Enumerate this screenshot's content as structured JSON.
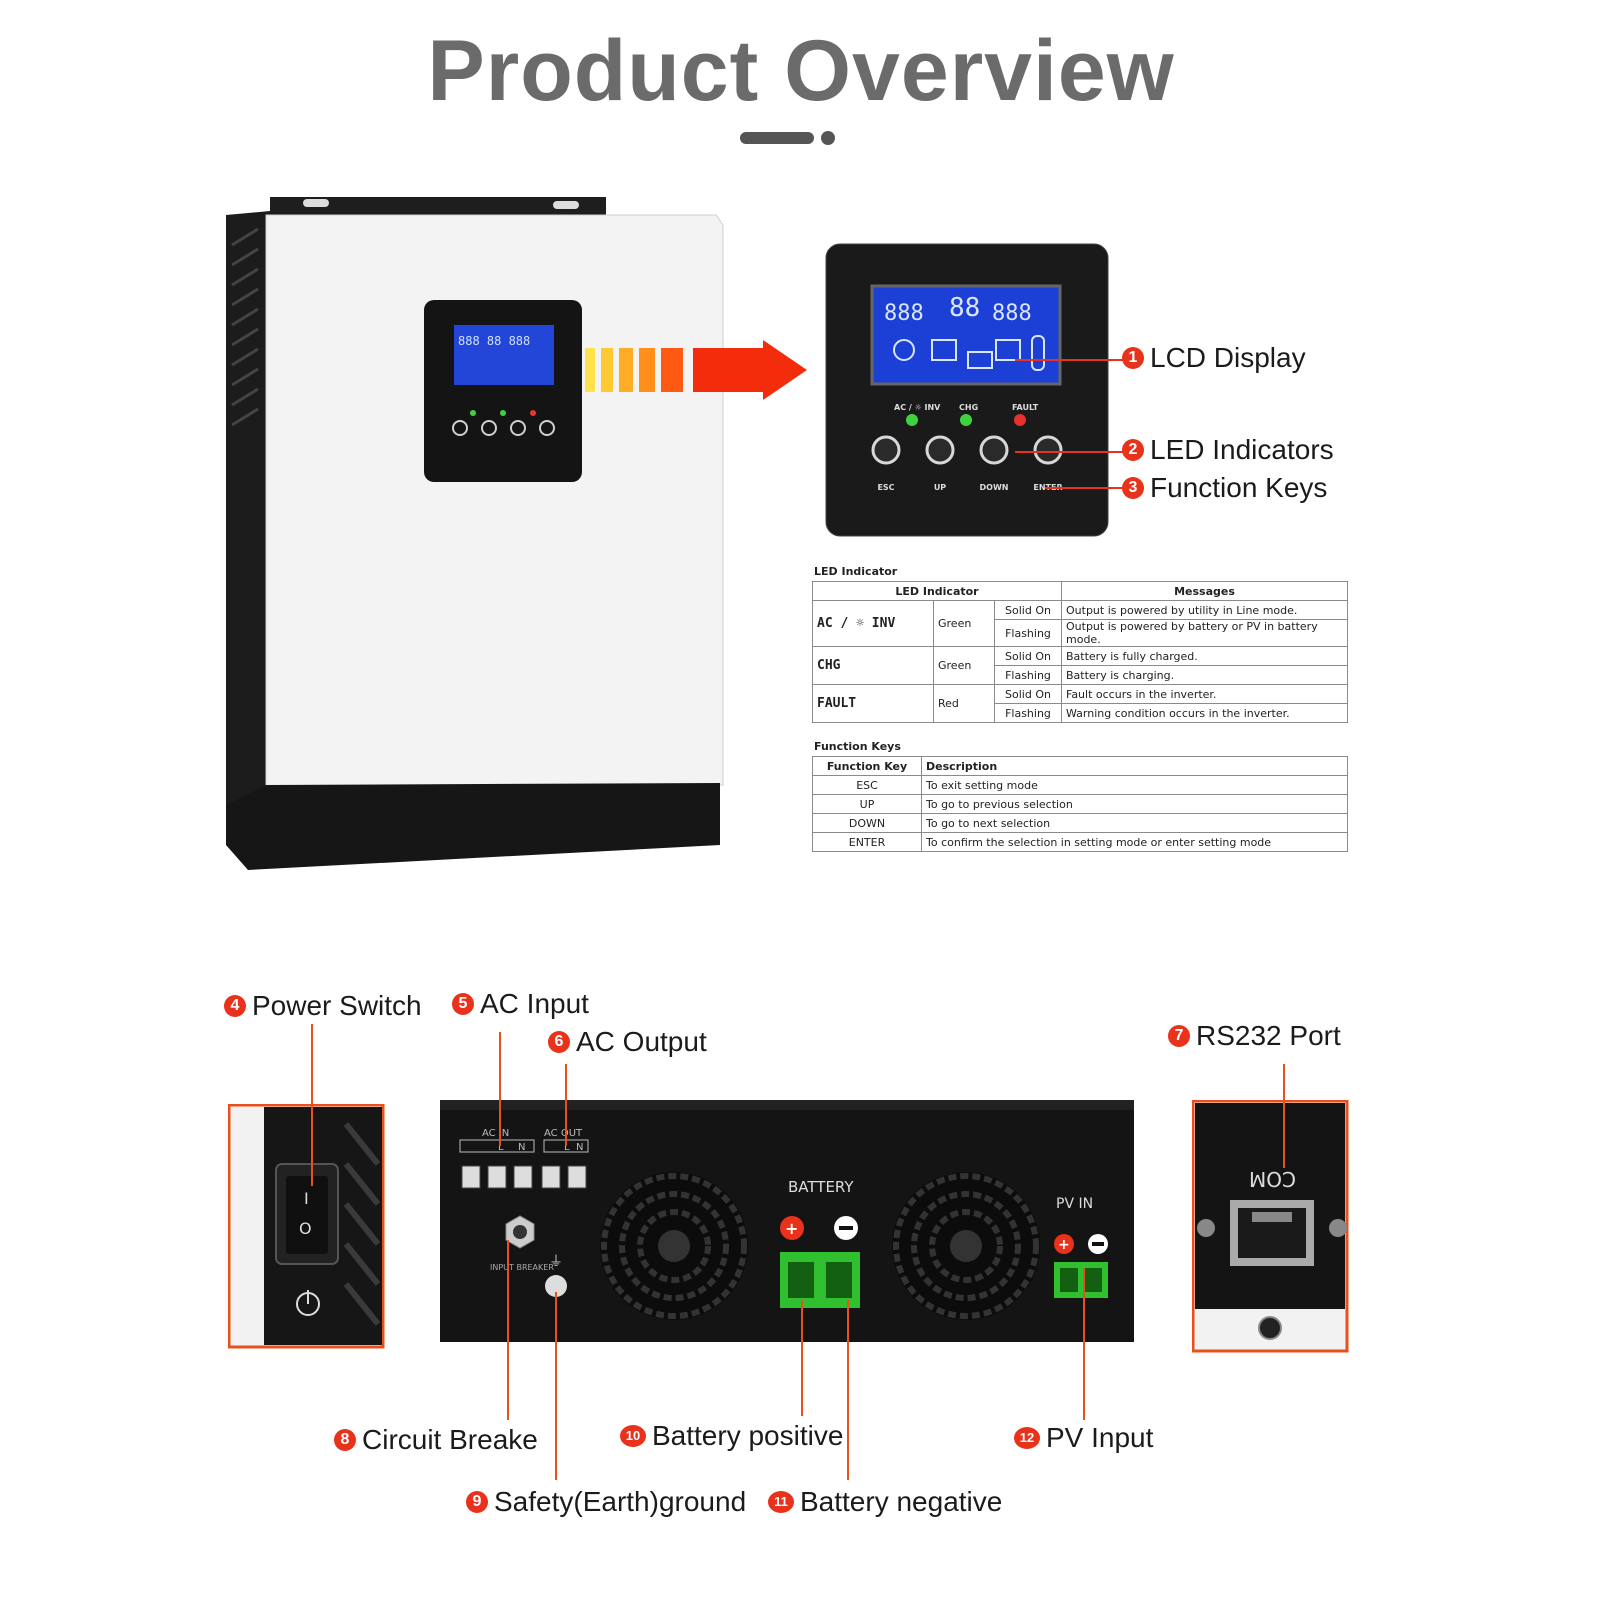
{
  "title": "Product Overview",
  "callouts": {
    "c1": {
      "num": "1",
      "label": "LCD Display"
    },
    "c2": {
      "num": "2",
      "label": "LED Indicators"
    },
    "c3": {
      "num": "3",
      "label": "Function Keys"
    },
    "c4": {
      "num": "4",
      "label": "Power Switch"
    },
    "c5": {
      "num": "5",
      "label": "AC Input"
    },
    "c6": {
      "num": "6",
      "label": "AC Output"
    },
    "c7": {
      "num": "7",
      "label": "RS232 Port"
    },
    "c8": {
      "num": "8",
      "label": "Circuit Breake"
    },
    "c9": {
      "num": "9",
      "label": "Safety(Earth)ground"
    },
    "c10": {
      "num": "10",
      "label": "Battery positive"
    },
    "c11": {
      "num": "11",
      "label": "Battery negative"
    },
    "c12": {
      "num": "12",
      "label": "PV Input"
    }
  },
  "panel": {
    "led_ac_inv": "AC / ☼ INV",
    "led_chg": "CHG",
    "led_fault": "FAULT",
    "key_esc": "ESC",
    "key_up": "UP",
    "key_down": "DOWN",
    "key_enter": "ENTER",
    "lcd_digits_left": "888",
    "lcd_digits_mid": "88",
    "lcd_digits_right": "888"
  },
  "led_table": {
    "caption": "LED Indicator",
    "headers": [
      "LED Indicator",
      "Messages"
    ],
    "rows": [
      {
        "led": "AC / ☼ INV",
        "color": "Green",
        "state": "Solid On",
        "message": "Output is powered by utility in Line mode."
      },
      {
        "led": "",
        "color": "",
        "state": "Flashing",
        "message": "Output is powered by battery or PV in battery mode."
      },
      {
        "led": "CHG",
        "color": "Green",
        "state": "Solid On",
        "message": "Battery is fully charged."
      },
      {
        "led": "",
        "color": "",
        "state": "Flashing",
        "message": "Battery is charging."
      },
      {
        "led": "FAULT",
        "color": "Red",
        "state": "Solid On",
        "message": "Fault occurs in the inverter."
      },
      {
        "led": "",
        "color": "",
        "state": "Flashing",
        "message": "Warning condition occurs in the inverter."
      }
    ]
  },
  "fn_table": {
    "caption": "Function Keys",
    "headers": [
      "Function Key",
      "Description"
    ],
    "rows": [
      {
        "key": "ESC",
        "desc": "To exit setting mode"
      },
      {
        "key": "UP",
        "desc": "To go to previous selection"
      },
      {
        "key": "DOWN",
        "desc": "To go to next selection"
      },
      {
        "key": "ENTER",
        "desc": "To confirm the selection in setting mode or enter setting mode"
      }
    ]
  },
  "bottom": {
    "ac_in": "AC IN",
    "ac_out": "AC OUT",
    "l": "L",
    "n": "N",
    "battery": "BATTERY",
    "pv_in": "PV   IN",
    "input_breaker": "INPUT BREAKER",
    "com": "COM",
    "switch_on": "I",
    "switch_off": "O"
  },
  "colors": {
    "accent": "#e8321c",
    "lcd": "#1c3fd6",
    "title": "#6b6b6b",
    "terminal_green": "#2fbf2f",
    "callout_line": "#e8501c"
  }
}
